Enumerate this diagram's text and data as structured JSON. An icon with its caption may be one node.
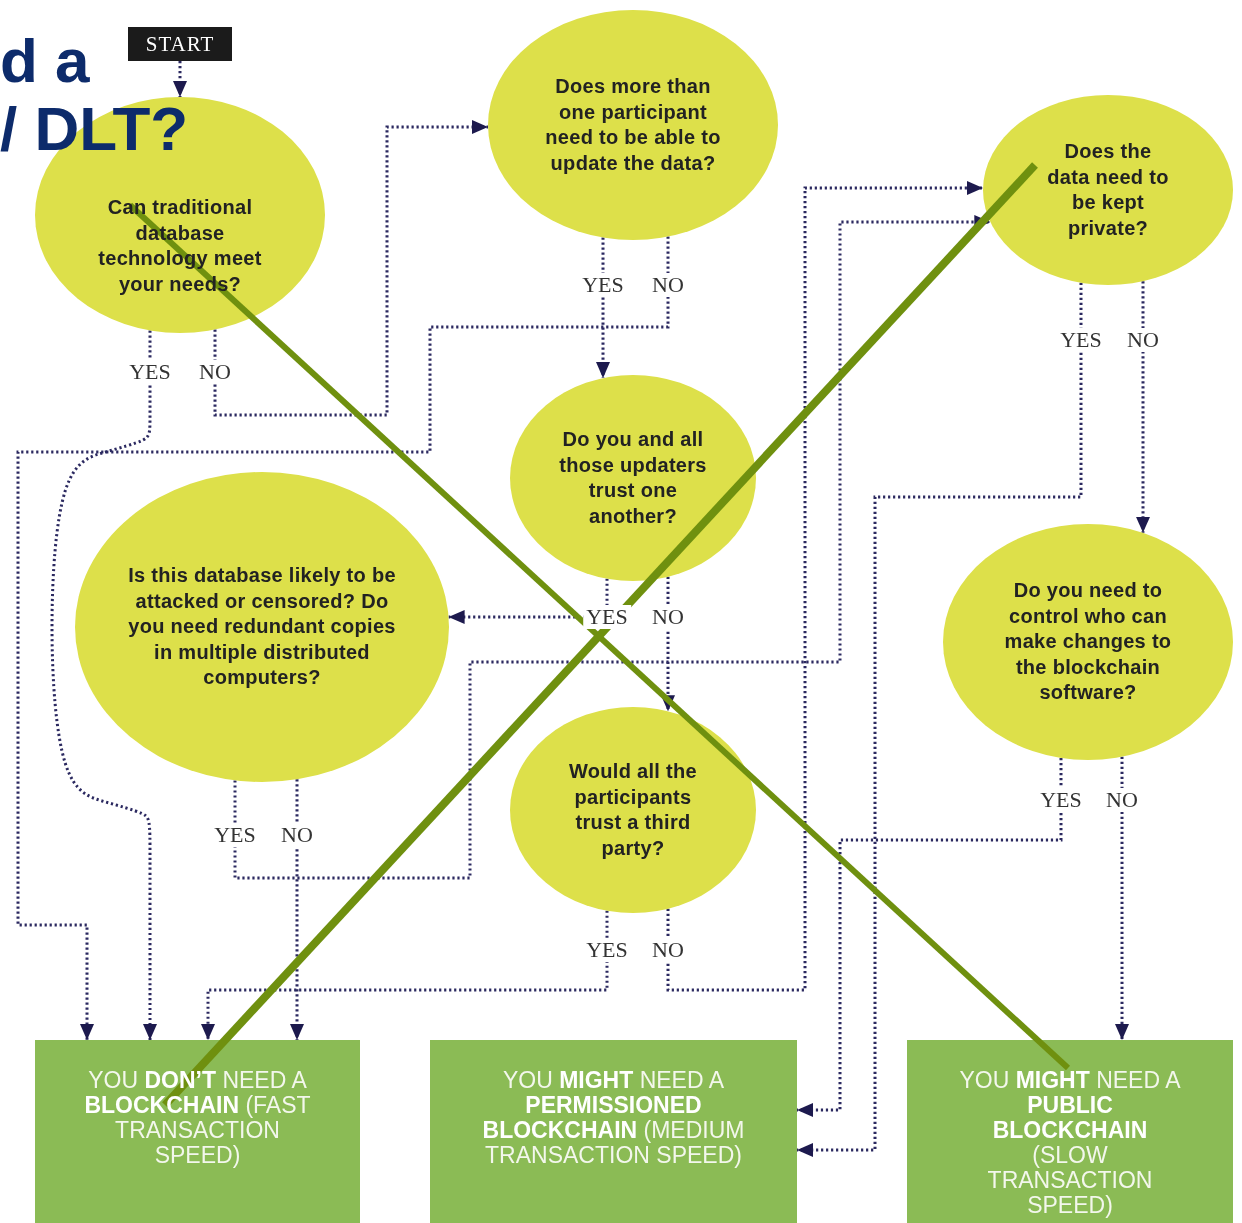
{
  "diagram": {
    "nodes": [
      {
        "text": [
          "START"
        ]
      },
      {
        "text": [
          "Can traditional database technology meet your needs?"
        ]
      },
      {
        "text": [
          "Does more than one participant need to be able to update the data?"
        ]
      },
      {
        "text": [
          "Does the data need to be kept private?"
        ]
      },
      {
        "text": [
          "Do you and all those updaters trust one another?"
        ]
      },
      {
        "text": [
          "Is this database likely to be attacked or censored? Do you need redundant copies in multiple distributed computers?"
        ]
      },
      {
        "text": [
          "Do you need to control who can make changes to the blockchain software?"
        ]
      },
      {
        "text": [
          "Would all the participants trust a third party?"
        ]
      },
      {
        "text": [
          "YOU **DON’T** NEED A **BLOCKCHAIN** (FAST TRANSACTION SPEED)"
        ]
      },
      {
        "text": [
          "YOU **MIGHT** NEED A **PERMISSIONED BLOCKCHAIN** (MEDIUM TRANSACTION SPEED)"
        ]
      },
      {
        "text": [
          "YOU **MIGHT** NEED A **PUBLIC BLOCKCHAIN** (SLOW TRANSACTION SPEED)"
        ]
      }
    ],
    "edges": [
      {
        "from": 0,
        "to": 1,
        "arrow": "to"
      },
      {
        "from": 1,
        "to": 8,
        "arrow": "to",
        "label": "YES"
      },
      {
        "from": 1,
        "to": 2,
        "arrow": "to",
        "label": "NO"
      },
      {
        "from": 2,
        "to": 4,
        "arrow": "to",
        "label": "YES"
      },
      {
        "from": 2,
        "to": 8,
        "arrow": "to",
        "label": "NO"
      },
      {
        "from": 4,
        "to": 5,
        "arrow": "to",
        "label": "YES"
      },
      {
        "from": 4,
        "to": 7,
        "arrow": "to",
        "label": "NO"
      },
      {
        "from": 5,
        "to": 3,
        "arrow": "to",
        "label": "YES"
      },
      {
        "from": 5,
        "to": 8,
        "arrow": "to",
        "label": "NO"
      },
      {
        "from": 7,
        "to": 8,
        "arrow": "to",
        "label": "YES"
      },
      {
        "from": 7,
        "to": 3,
        "arrow": "to",
        "label": "NO"
      },
      {
        "from": 3,
        "to": 9,
        "arrow": "to",
        "label": "YES"
      },
      {
        "from": 3,
        "to": 6,
        "arrow": "to",
        "label": "NO"
      },
      {
        "from": 6,
        "to": 9,
        "arrow": "to",
        "label": "YES"
      },
      {
        "from": 6,
        "to": 10,
        "arrow": "to",
        "label": "NO"
      }
    ],
    "labels": [
      "d a",
      "/ DLT?"
    ]
  }
}
